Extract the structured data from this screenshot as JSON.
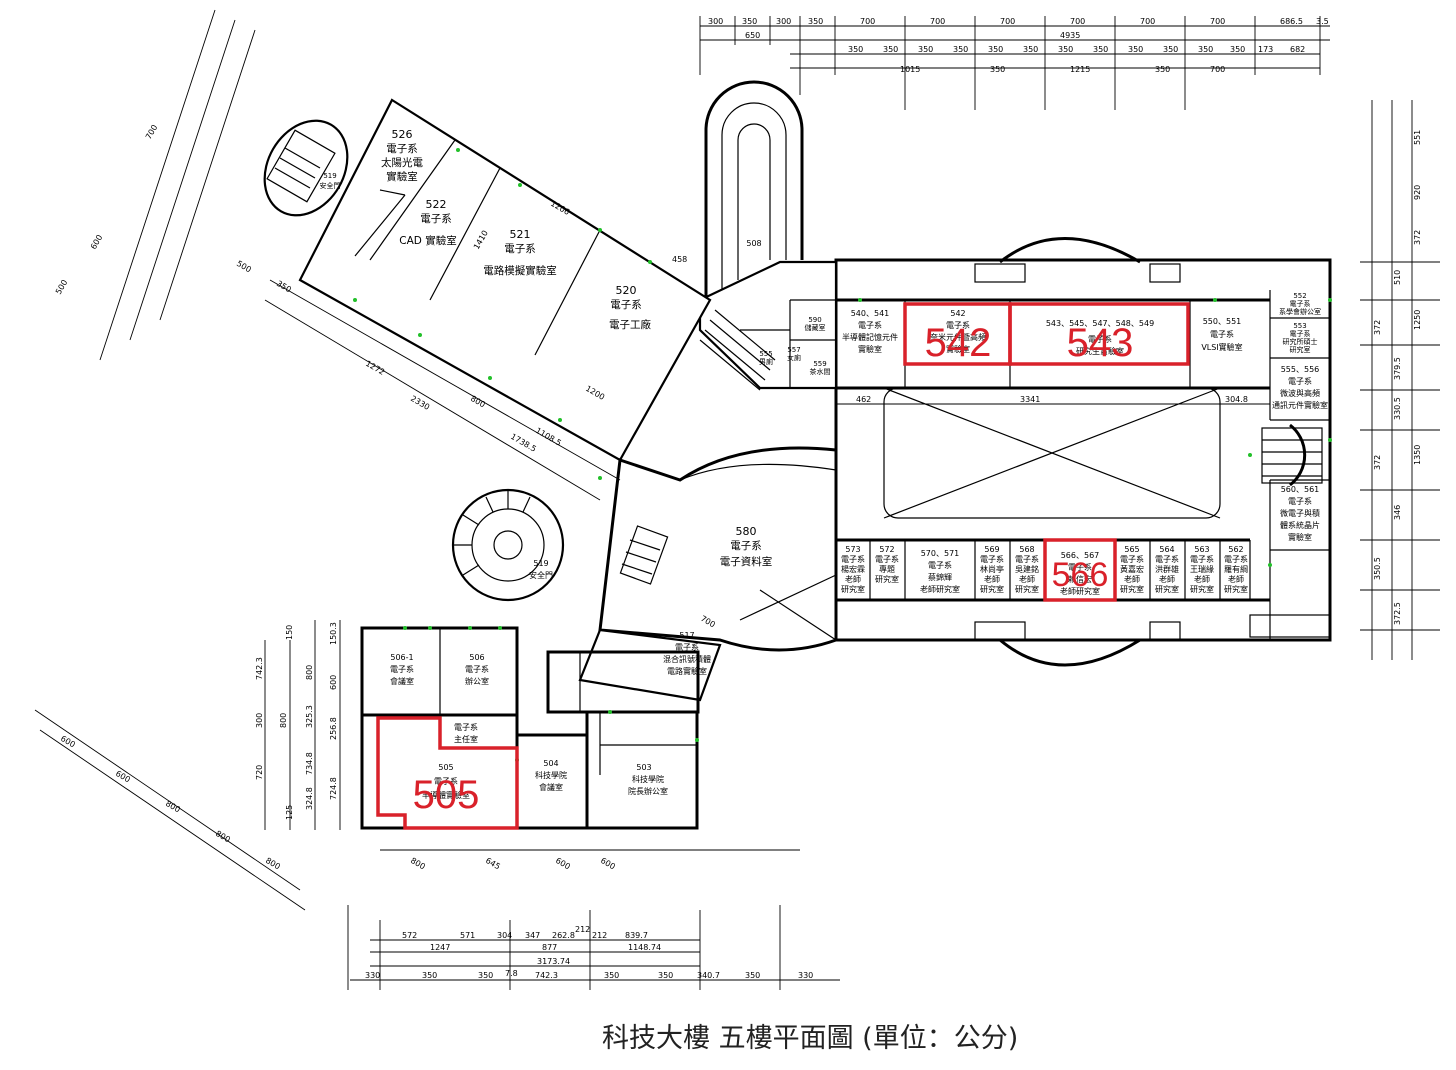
{
  "title": "科技大樓  五樓平面圖  (單位：公分)",
  "highlight_color": "#d9212a",
  "highlights": [
    "542",
    "543",
    "566",
    "505"
  ],
  "rooms": {
    "r526": {
      "no": "526",
      "l1": "電子系",
      "l2": "太陽光電",
      "l3": "實驗室"
    },
    "r522": {
      "no": "522",
      "l1": "電子系",
      "l2": "CAD 實驗室"
    },
    "r521": {
      "no": "521",
      "l1": "電子系",
      "l2": "電路模擬實驗室"
    },
    "r520": {
      "no": "520",
      "l1": "電子系",
      "l2": "電子工廠"
    },
    "r519a": {
      "no": "519",
      "l1": "安全門"
    },
    "r519b": {
      "no": "519",
      "l1": "安全門"
    },
    "r508": {
      "no": "508"
    },
    "r540": {
      "no": "540、541",
      "l1": "電子系",
      "l2": "半導體記憶元件",
      "l3": "實驗室"
    },
    "r542": {
      "no": "542",
      "l1": "電子系",
      "l2": "奈米元件暨高頻",
      "l3": "實驗室"
    },
    "r543": {
      "no": "543、545、547、548、549",
      "l1": "電子系",
      "l2": "研究生實驗室"
    },
    "r550": {
      "no": "550、551",
      "l1": "電子系",
      "l2": "VLSI實驗室"
    },
    "r552": {
      "no": "552",
      "l1": "電子系",
      "l2": "系學會辦公室"
    },
    "r553": {
      "no": "553",
      "l1": "電子系",
      "l2": "研究所碩士",
      "l3": "研究室"
    },
    "r555": {
      "no": "555、556",
      "l1": "電子系",
      "l2": "微波與高頻",
      "l3": "通訊元件實驗室"
    },
    "r560": {
      "no": "560、561",
      "l1": "電子系",
      "l2": "微電子與積",
      "l3": "體系統晶片",
      "l4": "實驗室"
    },
    "r580": {
      "no": "580",
      "l1": "電子系",
      "l2": "電子資料室"
    },
    "r573": {
      "no": "573",
      "l1": "電子系",
      "l2": "楊宏霖",
      "l3": "老師",
      "l4": "研究室"
    },
    "r572": {
      "no": "572",
      "l1": "電子系",
      "l2": "專題",
      "l3": "研究室"
    },
    "r570": {
      "no": "570、571",
      "l1": "電子系",
      "l2": "蔡錦輝",
      "l3": "老師研究室"
    },
    "r569": {
      "no": "569",
      "l1": "電子系",
      "l2": "林尚亭",
      "l3": "老師",
      "l4": "研究室"
    },
    "r568": {
      "no": "568",
      "l1": "電子系",
      "l2": "吳建銘",
      "l3": "老師",
      "l4": "研究室"
    },
    "r566": {
      "no": "566、567",
      "l1": "電子系",
      "l2": "賴信宏",
      "l3": "老師研究室"
    },
    "r565": {
      "no": "565",
      "l1": "電子系",
      "l2": "黃嘉宏",
      "l3": "老師",
      "l4": "研究室"
    },
    "r564": {
      "no": "564",
      "l1": "電子系",
      "l2": "洪群雄",
      "l3": "老師",
      "l4": "研究室"
    },
    "r563": {
      "no": "563",
      "l1": "電子系",
      "l2": "王瑞緣",
      "l3": "老師",
      "l4": "研究室"
    },
    "r562": {
      "no": "562",
      "l1": "電子系",
      "l2": "羅有綱",
      "l3": "老師",
      "l4": "研究室"
    },
    "r506_1": {
      "no": "506-1",
      "l1": "電子系",
      "l2": "會議室"
    },
    "r506": {
      "no": "506",
      "l1": "電子系",
      "l2": "辦公室"
    },
    "r505": {
      "no": "505",
      "l1": "電子系",
      "l2": "半導體實驗室"
    },
    "rdirector": {
      "l1": "電子系",
      "l2": "主任室"
    },
    "r504": {
      "no": "504",
      "l1": "科技學院",
      "l2": "會議室"
    },
    "r503": {
      "no": "503",
      "l1": "科技學院",
      "l2": "院長辦公室"
    },
    "r517": {
      "no": "517",
      "l1": "電子系",
      "l2": "混合訊號積體",
      "l3": "電路實驗室"
    },
    "r590": {
      "no": "590",
      "l1": "儲藏室"
    },
    "r555b": {
      "no": "555",
      "l1": "男廁"
    },
    "r557": {
      "no": "557",
      "l1": "女廁"
    },
    "r559": {
      "no": "559",
      "l1": "茶水間"
    }
  },
  "dims": {
    "top1": [
      "300",
      "350",
      "300",
      "350",
      "700",
      "700",
      "700",
      "700",
      "700",
      "700",
      "686.5",
      "3.5"
    ],
    "top2": [
      "650",
      "4935"
    ],
    "top3": [
      "350",
      "350",
      "350",
      "350",
      "350",
      "350",
      "350",
      "350",
      "350",
      "350",
      "350",
      "350",
      "173",
      "682"
    ],
    "top4": [
      "1015",
      "350",
      "1215",
      "350",
      "700"
    ],
    "right": [
      "551",
      "920",
      "372",
      "510",
      "1250",
      "372",
      "379.5",
      "330.5",
      "372",
      "346",
      "1350",
      "350.5",
      "372.5"
    ],
    "mid": [
      "462",
      "3341",
      "304.8"
    ],
    "b1": [
      "572",
      "571",
      "304",
      "347",
      "262.8",
      "212",
      "212",
      "839.7"
    ],
    "b2": [
      "1247",
      "877",
      "1148.74"
    ],
    "b3": [
      "3173.74"
    ],
    "b4": [
      "330",
      "350",
      "350",
      "7.8",
      "742.3",
      "350",
      "350",
      "340.7",
      "350",
      "330"
    ],
    "diag": [
      "1200",
      "1206",
      "1410",
      "1272",
      "2330",
      "800",
      "1738.5",
      "1108.5",
      "600",
      "600",
      "800",
      "800",
      "800",
      "800",
      "600",
      "600",
      "645",
      "500",
      "600",
      "700",
      "458",
      "700",
      "500",
      "350"
    ],
    "left": [
      "742.3",
      "300",
      "800",
      "720",
      "800",
      "150.3",
      "325.3",
      "600",
      "256.8",
      "734.8",
      "724.8",
      "324.8",
      "150",
      "125"
    ]
  }
}
